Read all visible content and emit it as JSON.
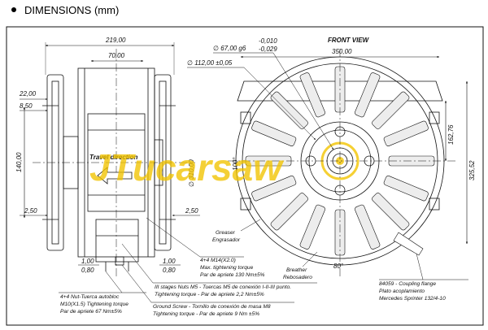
{
  "heading": "DIMENSIONS (mm)",
  "front_view_label": "FRONT VIEW",
  "watermark": "JTucarsaw",
  "dims": {
    "width_219": "219,00",
    "width_70": "70,00",
    "d_22": "22,00",
    "d_8_50": "8,50",
    "height_140": "140,00",
    "d_2_50_left": "2,50",
    "d_2_50_right": "2,50",
    "d_1_00_left": "1,00",
    "d_0_80_left": "0,80",
    "d_1_00_right": "1,00",
    "d_0_80_right": "0,80",
    "dia_310": "∅ 310,00",
    "dia_67": "∅ 67,00 g6",
    "tol_upper": "-0,010",
    "tol_lower": "-0,029",
    "dia_112": "∅ 112,00 ±0,05",
    "width_350": "350,00",
    "height_162_76": "162,76",
    "height_325_52": "325,52",
    "angle_100": "100°",
    "angle_80": "80°"
  },
  "labels": {
    "travel_direction": "Travel direction",
    "greaser_1": "Greaser",
    "greaser_2": "Engrasador",
    "breather_1": "Breather",
    "breather_2": "Rebosadero"
  },
  "notes": {
    "tighten_1": "4+4  M14(X2.0)",
    "tighten_2": "Max. tightening torque",
    "tighten_3": "Par de apriete 130 Nm±5%",
    "stage_1": "III stages Nuts M5 - Tuercas M5 de conexión I-II-III punto.",
    "stage_2": "Tightening torque - Par de apriete 2,2 Nm±5%",
    "nut_1": "4+4 Nut-Tuerca autobloc",
    "nut_2": "M10(X1.5) Tightening torque",
    "nut_3": "Par de apriete 67 Nm±5%",
    "ground_1": "Ground Screw - Tornillo de conexión de masa M8",
    "ground_2": "Tightening torque - Par de apriete 9 Nm ±5%",
    "flange_1": "84059 - Coupling flange",
    "flange_2": "Plato acoplamiento",
    "flange_3": "Mercedes Sprinter 132/4-10"
  }
}
